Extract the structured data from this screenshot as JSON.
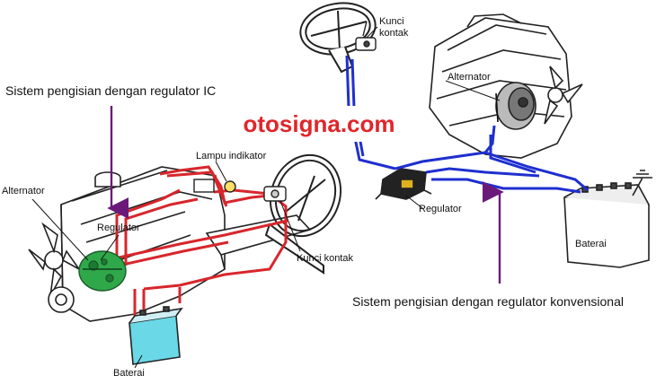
{
  "watermark": "otosigna.com",
  "left_system": {
    "title": "Sistem pengisian dengan regulator IC",
    "labels": {
      "alternator": "Alternator",
      "regulator": "Regulator",
      "indicator_lamp": "Lampu indikator",
      "ignition_key": "Kunci kontak",
      "battery": "Baterai"
    },
    "wire_color": "#d8262b",
    "module_color": "#2fa84a",
    "title_arrow_color": "#6b1a7a"
  },
  "right_system": {
    "title": "Sistem pengisian dengan regulator konvensional",
    "labels": {
      "ignition_key_line1": "Kunci",
      "ignition_key_line2": "kontak",
      "alternator": "Alternator",
      "regulator": "Regulator",
      "battery": "Baterai"
    },
    "wire_color": "#1f2fd0",
    "title_arrow_color": "#6b1a7a"
  }
}
